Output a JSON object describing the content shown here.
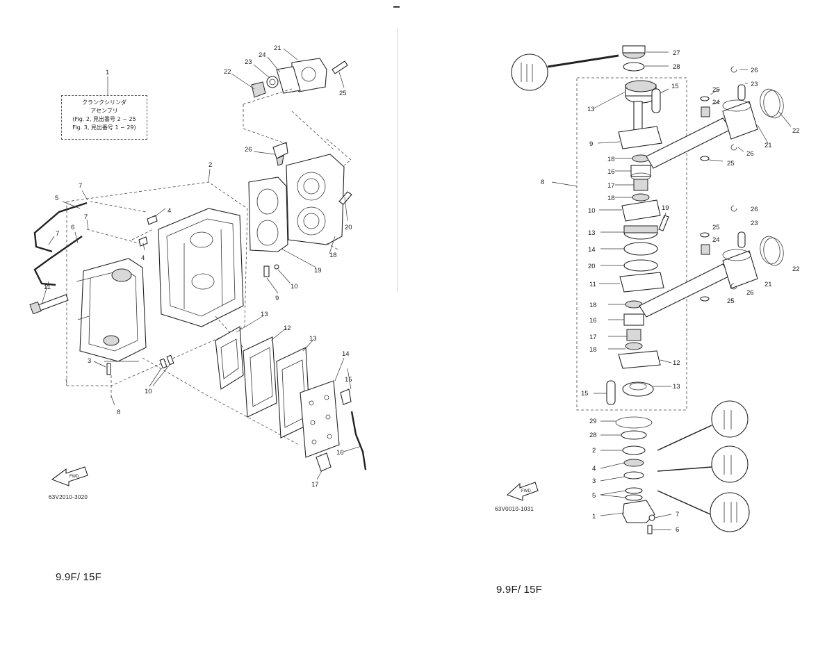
{
  "left_page": {
    "callout": {
      "number": "1",
      "line1": "クランクシリンダ",
      "line2": "アセンブリ",
      "line3": "(Fig. 2, 見出番号 2 ~ 25",
      "line4": "Fig. 3, 見出番号 1 ~ 29)"
    },
    "labels": [
      "1",
      "2",
      "3",
      "4",
      "4",
      "5",
      "6",
      "7",
      "7",
      "7",
      "8",
      "9",
      "10",
      "11",
      "12",
      "13",
      "13",
      "14",
      "15",
      "16",
      "17",
      "18",
      "19",
      "20",
      "21",
      "22",
      "23",
      "24",
      "25",
      "26"
    ],
    "fwd_label": "FWD",
    "figure_code": "63V2010-3020",
    "model": "9.9F/ 15F"
  },
  "right_page": {
    "labels": [
      "27",
      "28",
      "26",
      "25",
      "23",
      "24",
      "22",
      "15",
      "13",
      "9",
      "21",
      "26",
      "25",
      "8",
      "18",
      "16",
      "17",
      "18",
      "10",
      "19",
      "26",
      "25",
      "23",
      "24",
      "22",
      "13",
      "14",
      "20",
      "11",
      "21",
      "26",
      "25",
      "18",
      "16",
      "17",
      "18",
      "12",
      "15",
      "13",
      "29",
      "28",
      "2",
      "4",
      "3",
      "5",
      "1",
      "7",
      "6"
    ],
    "fwd_label": "FWD",
    "figure_code": "63V0010-1031",
    "model": "9.9F/ 15F"
  }
}
